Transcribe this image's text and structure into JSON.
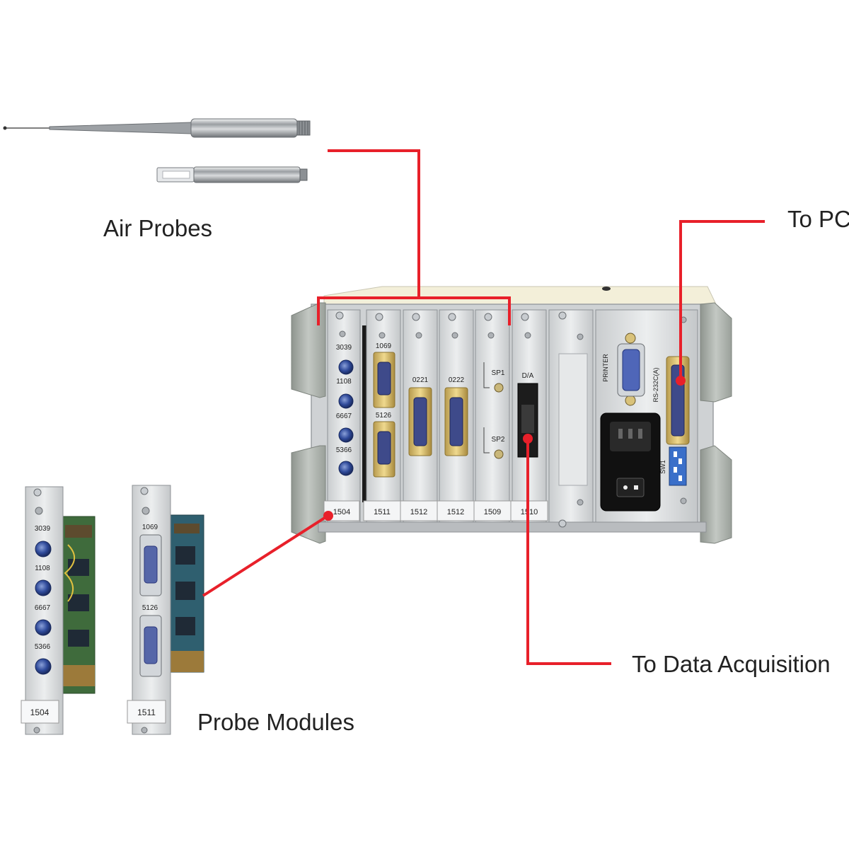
{
  "labels": {
    "air_probes": "Air Probes",
    "to_pc": "To PC",
    "to_data_acquisition": "To Data Acquisition",
    "probe_modules": "Probe Modules"
  },
  "chassis": {
    "slot_labels": [
      "1504",
      "1511",
      "1512",
      "1512",
      "1509",
      "1510"
    ],
    "slot_1504_channels": [
      "3039",
      "1108",
      "6667",
      "5366"
    ],
    "slot_1511_ports": [
      "1069",
      "5126"
    ],
    "slot_1512_ports": [
      "0221",
      "0222"
    ],
    "slot_1509_items": [
      "SP1",
      "SP2"
    ],
    "slot_1510_label": "D/A",
    "printer_label": "PRINTER",
    "rs232_label": "RS-232C(A)",
    "switch_label": "SW1"
  },
  "modules": {
    "module_a": {
      "channels": [
        "3039",
        "1108",
        "6667",
        "5366"
      ],
      "label": "1504"
    },
    "module_b": {
      "ports": [
        "1069",
        "5126"
      ],
      "label": "1511"
    }
  },
  "colors": {
    "connector_line": "#e8202a",
    "panel": "#d7dadc",
    "chassis_side": "#a9aeaa"
  }
}
